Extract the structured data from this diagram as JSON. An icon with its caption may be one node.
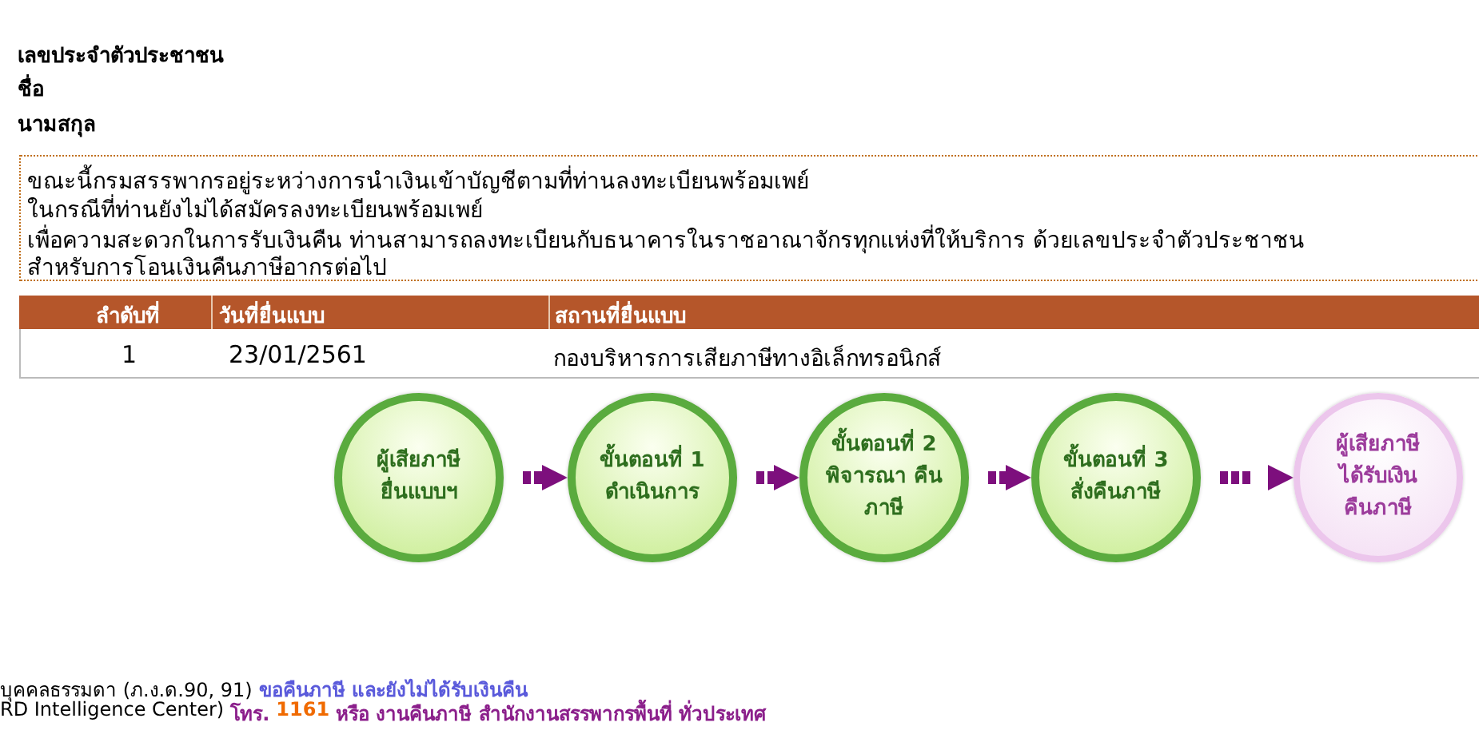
{
  "diagram": {
    "nodes": [
      {
        "text": [
          "ผู้เสียภาษี ยื่นแบบฯ"
        ]
      },
      {
        "text": [
          "ขั้นตอนที่ 1 ดำเนินการ"
        ]
      },
      {
        "text": [
          "ขั้นตอนที่ 2 พิจารณา คืนภาษี"
        ]
      },
      {
        "text": [
          "ขั้นตอนที่ 3 สั่งคืนภาษี"
        ]
      },
      {
        "text": [
          "ผู้เสียภาษี ได้รับเงิน คืนภาษี"
        ]
      }
    ],
    "edges": [
      {
        "from": 0,
        "to": 1,
        "arrow": "to"
      },
      {
        "from": 1,
        "to": 2,
        "arrow": "to"
      },
      {
        "from": 2,
        "to": 3,
        "arrow": "to"
      },
      {
        "from": 3,
        "to": 4,
        "arrow": "to"
      }
    ],
    "labels": [
      "เลขประจำตัวประชาชน",
      "ชื่อ",
      "นามสกุล",
      "ขณะนี้กรมสรรพากรอยู่ระหว่างการนำเงินเข้าบัญชีตามที่ท่านลงทะเบียนพร้อมเพย์",
      "ในกรณีที่ท่านยังไม่ได้สมัครลงทะเบียนพร้อมเพย์",
      "เพื่อความสะดวกในการรับเงินคืน ท่านสามารถลงทะเบียนกับธนาคารในราชอาณาจักรทุกแห่งที่ให้บริการ ด้วยเลขประจำตัวประชาชน",
      "สำหรับการโอนเงินคืนภาษีอากรต่อไป",
      "ลำดับที่",
      "วันที่ยื่นแบบ",
      "สถานที่ยื่นแบบ",
      "1",
      "23/01/2561",
      "กองบริหารการเสียภาษีทางอิเล็กทรอนิกส์",
      "บุคคลธรรมดา (ภ.ง.ด.90, 91)",
      "ขอคืนภาษี และยังไม่ได้รับเงินคืน",
      "RD Intelligence Center)",
      "โทร.",
      "1161",
      "หรือ",
      "งานคืนภาษี สำนักงานสรรพากรพื้นที่ ทั่วประเทศ"
    ]
  }
}
